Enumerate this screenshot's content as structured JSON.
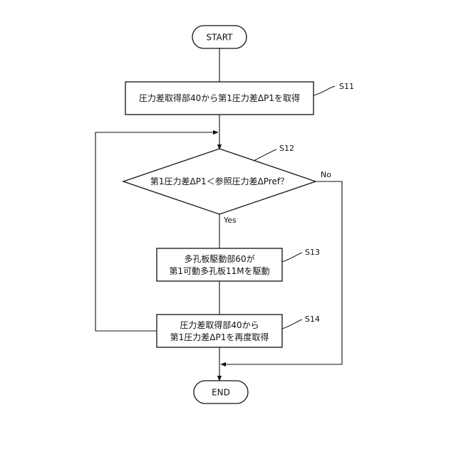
{
  "flowchart": {
    "start": {
      "label": "START"
    },
    "end": {
      "label": "END"
    },
    "steps": [
      {
        "id": "S11",
        "lines": [
          "圧力差取得部40から第1圧力差ΔP1を取得"
        ]
      },
      {
        "id": "S12",
        "lines": [
          "第1圧力差ΔP1＜参照圧力差ΔPref？"
        ]
      },
      {
        "id": "S13",
        "lines": [
          "多孔板駆動部60が",
          "第1可動多孔板11Mを駆動"
        ]
      },
      {
        "id": "S14",
        "lines": [
          "圧力差取得部40から",
          "第1圧力差ΔP1を再度取得"
        ]
      }
    ],
    "branches": {
      "yes": "Yes",
      "no": "No"
    }
  }
}
